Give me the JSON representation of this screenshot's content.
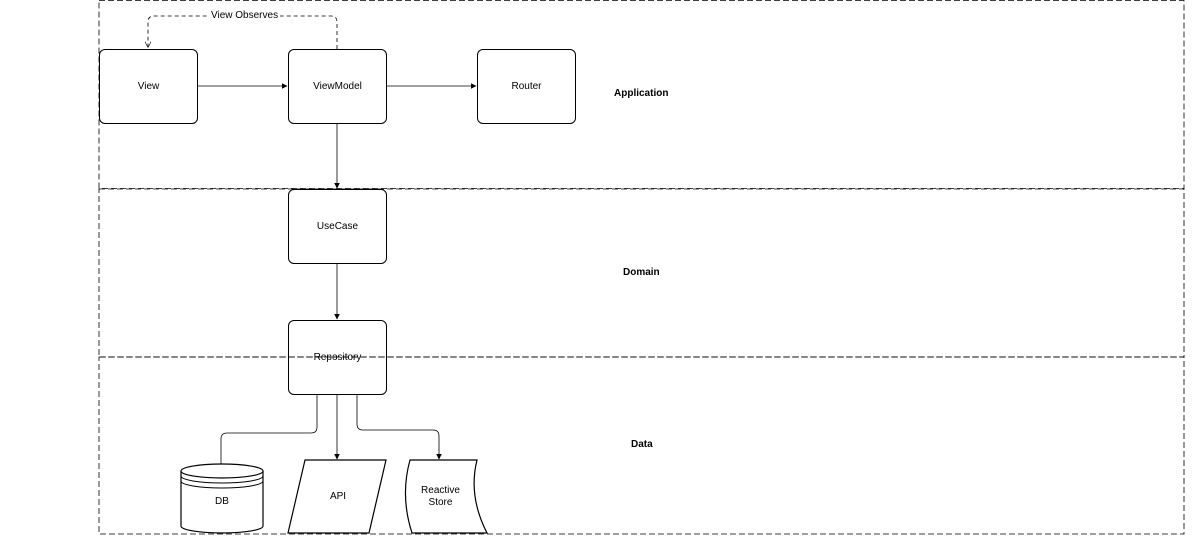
{
  "layers": {
    "application": "Application",
    "domain": "Domain",
    "data": "Data"
  },
  "nodes": {
    "view": "View",
    "viewmodel": "ViewModel",
    "router": "Router",
    "usecase": "UseCase",
    "repository": "Repository",
    "db": "DB",
    "api": "API",
    "reactive_store": "Reactive\nStore"
  },
  "edges": {
    "observes_label": "View Observes"
  }
}
